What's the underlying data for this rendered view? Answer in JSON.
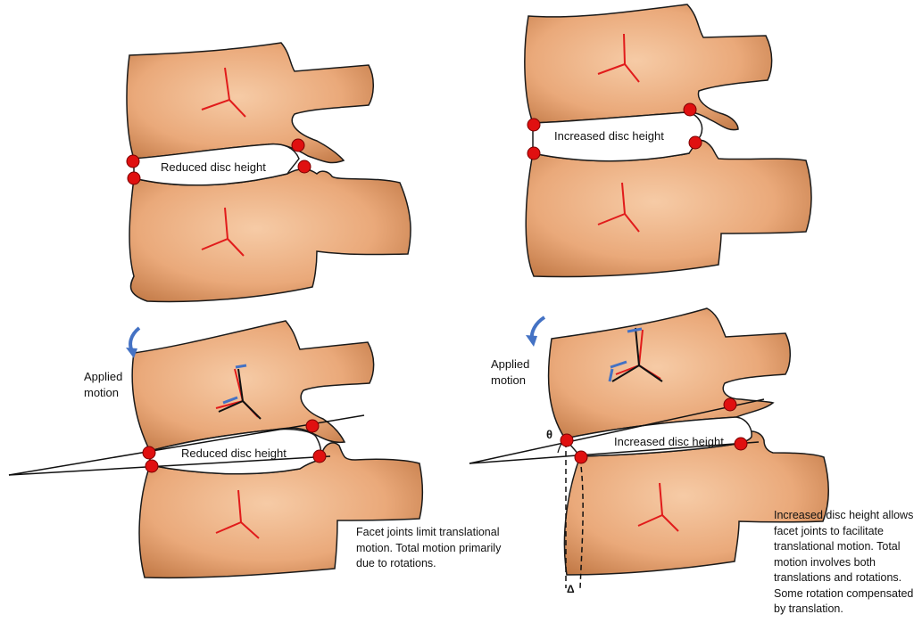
{
  "colors": {
    "bone_light": "#f4c49c",
    "bone_mid": "#e7a371",
    "bone_dark": "#b66d3b",
    "outline": "#1a1a1a",
    "axis": "#e11b1b",
    "contact": "#e01010",
    "motion_arrow": "#4472c4"
  },
  "panels": {
    "top_left": {
      "disc_label": "Reduced disc height"
    },
    "top_right": {
      "disc_label": "Increased disc height"
    },
    "bottom_left": {
      "disc_label": "Reduced disc height",
      "motion_label": "Applied motion",
      "caption": "Facet joints limit translational motion. Total motion primarily due to rotations."
    },
    "bottom_right": {
      "disc_label": "Increased disc height",
      "motion_label": "Applied motion",
      "angle_symbol": "θ",
      "translation_symbol": "Δ",
      "caption": "Increased disc height allows facet joints to facilitate translational motion. Total motion involves both translations and rotations. Some rotation compensated by translation."
    }
  }
}
